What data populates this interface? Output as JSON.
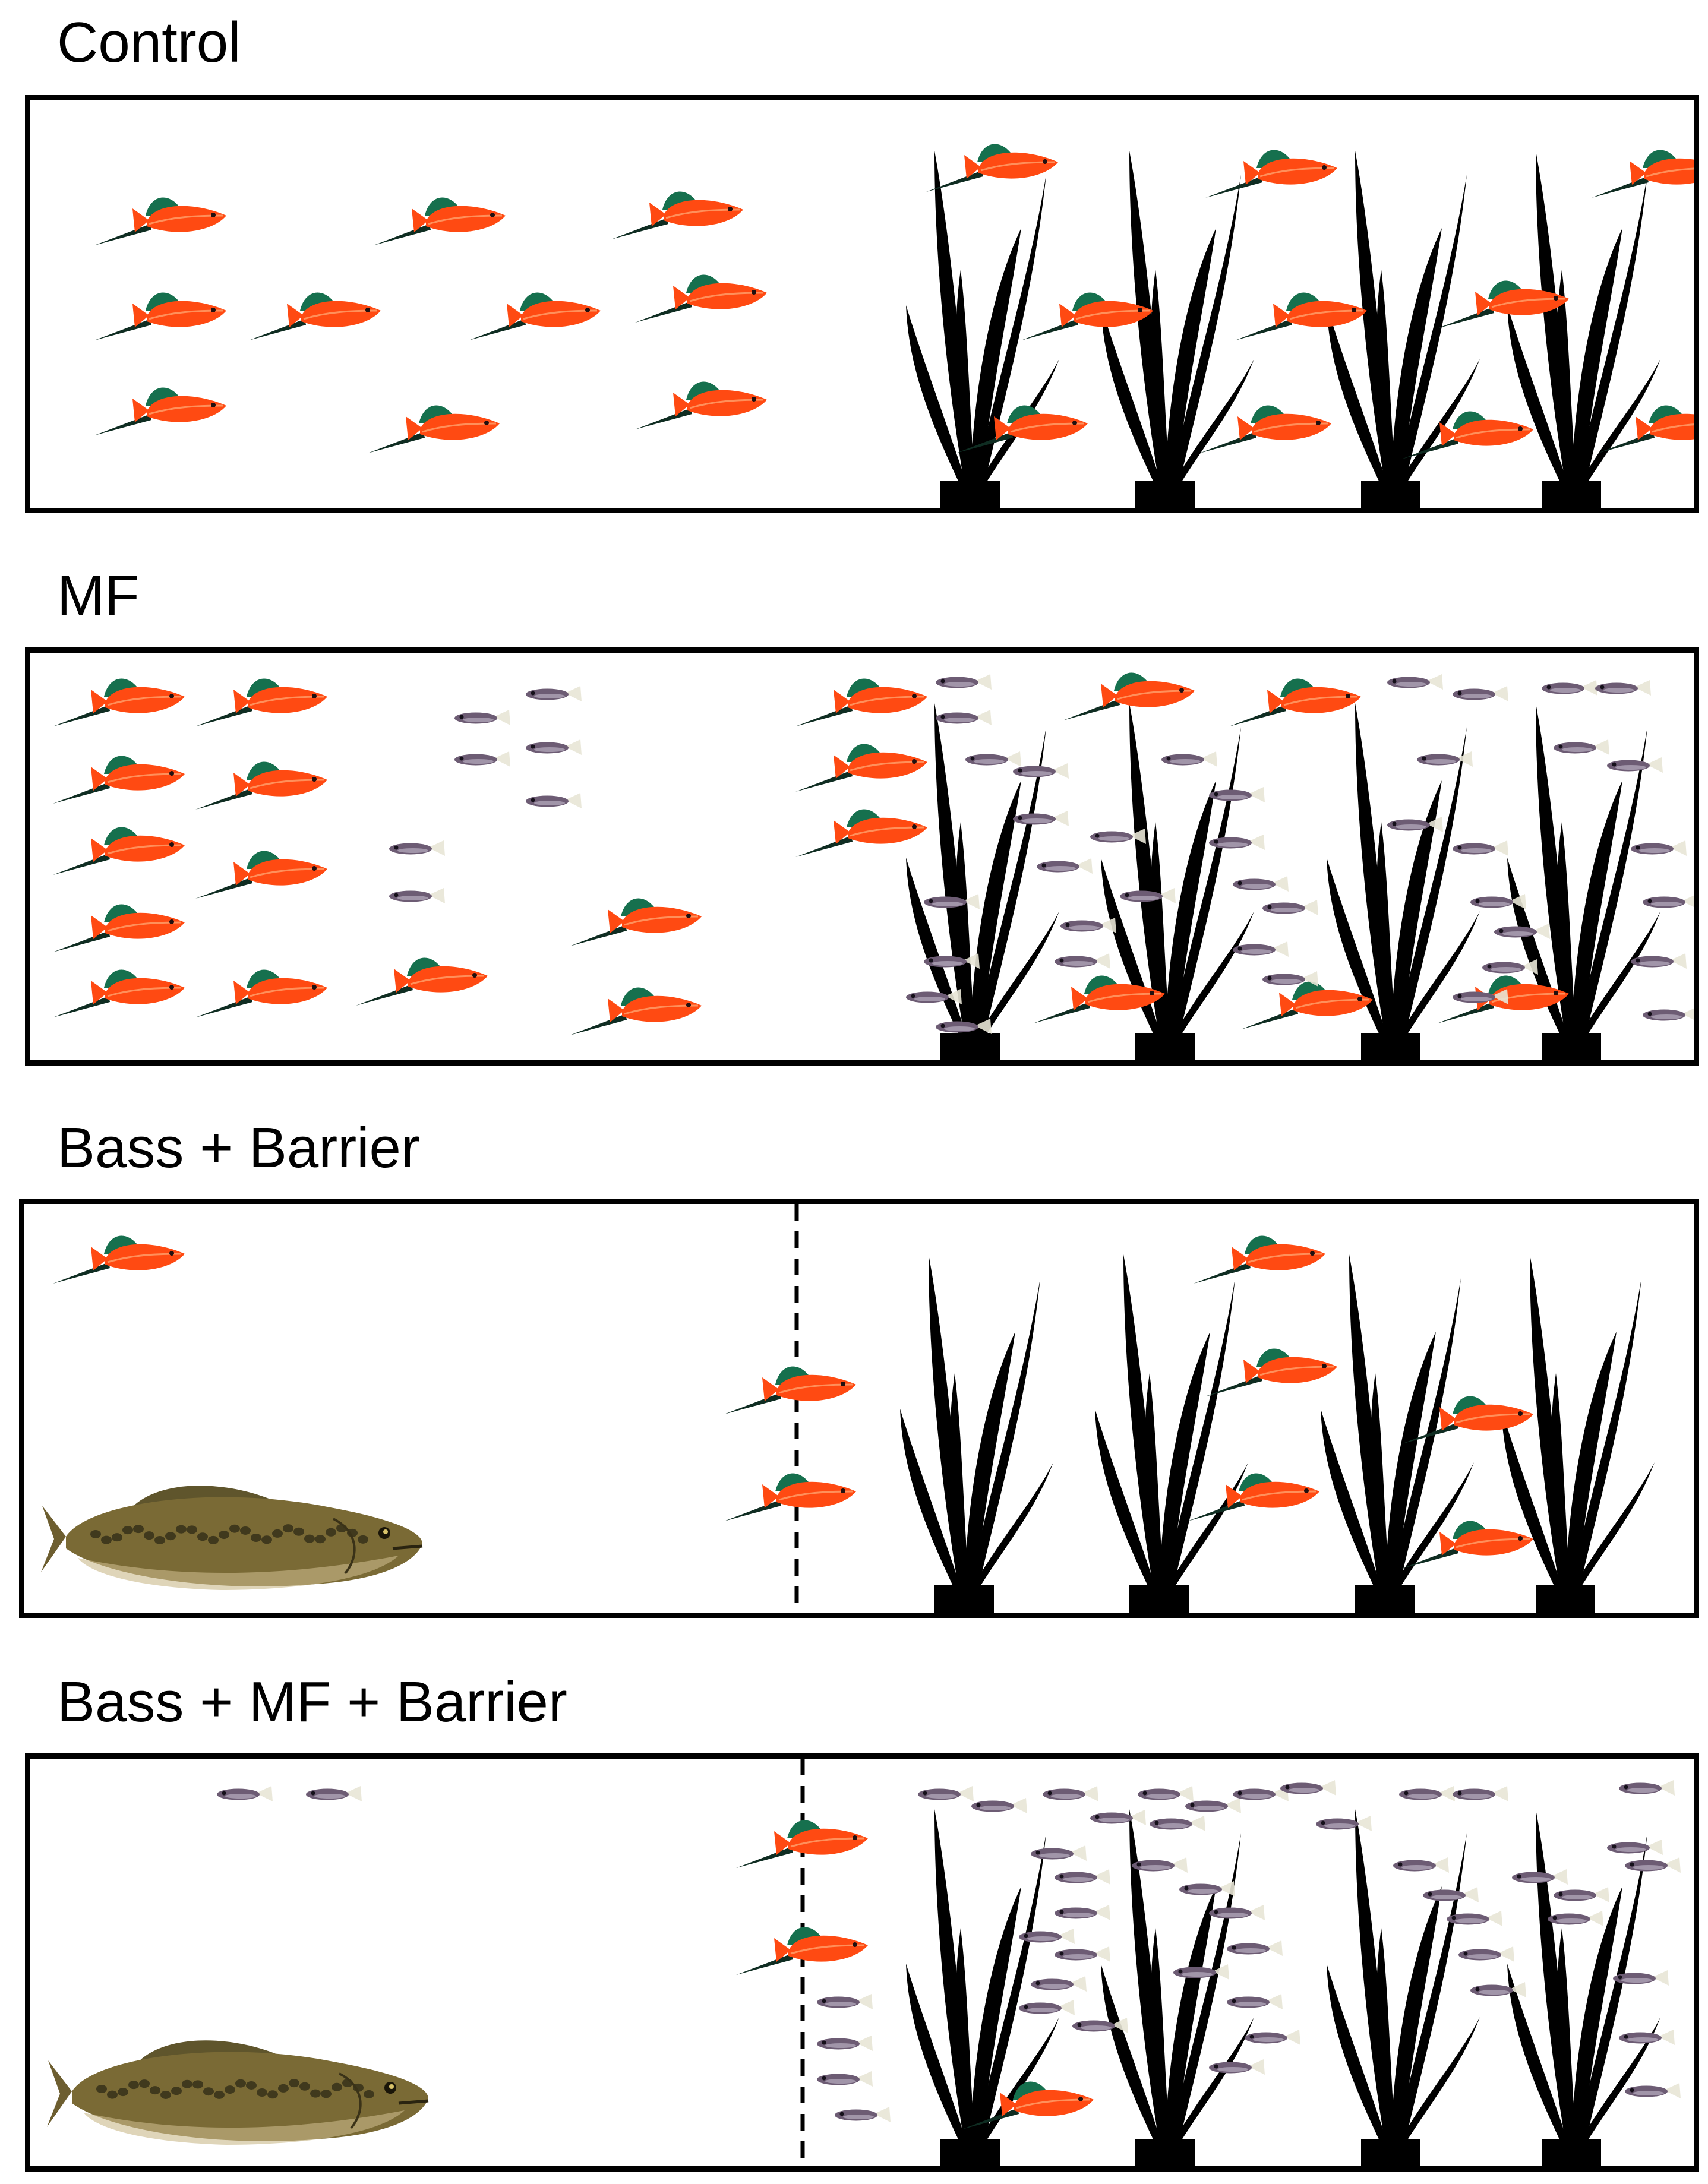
{
  "panels": [
    {
      "id": "control",
      "title": "Control",
      "has_mosquitofish": false,
      "has_bass": false,
      "has_barrier": false
    },
    {
      "id": "mf",
      "title": "MF",
      "has_mosquitofish": true,
      "has_bass": false,
      "has_barrier": false
    },
    {
      "id": "bass-barrier",
      "title": "Bass + Barrier",
      "has_mosquitofish": false,
      "has_bass": true,
      "has_barrier": true
    },
    {
      "id": "bass-mf-barrier",
      "title": "Bass + MF + Barrier",
      "has_mosquitofish": true,
      "has_bass": true,
      "has_barrier": true
    }
  ],
  "colors": {
    "swordtail_body": "#ff4a12",
    "swordtail_dorsal": "#16704e",
    "mosquitofish_body": "#6d5c74",
    "bass_body": "#7a6a35",
    "bass_markings": "#2d2a15",
    "plant": "#000000",
    "frame": "#000000"
  },
  "icons": {
    "swordtail": "swordtail-fish-icon",
    "mosquitofish": "mosquitofish-icon",
    "bass": "largemouth-bass-icon",
    "plant": "aquatic-plant-icon",
    "barrier": "dashed-barrier-line"
  }
}
